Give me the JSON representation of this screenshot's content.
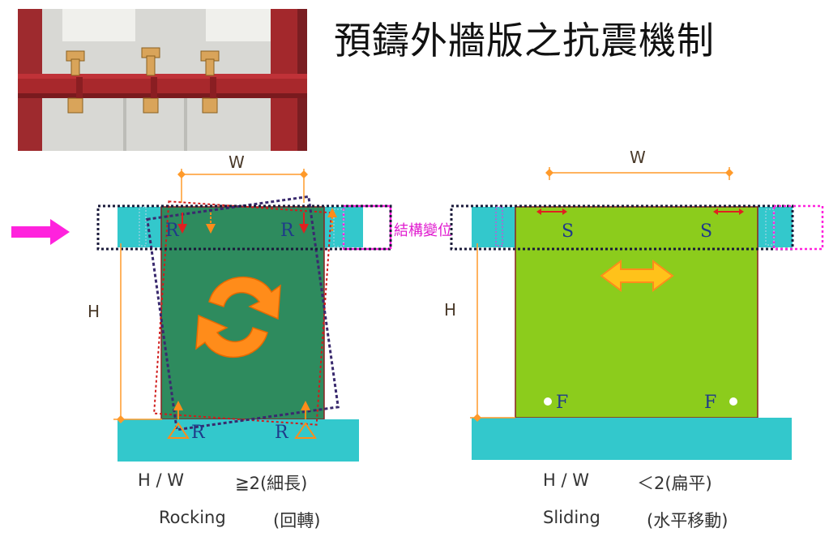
{
  "title": "預鑄外牆版之抗震機制",
  "photo": {
    "description_icon": "steel-beam-connection-photo"
  },
  "left_diagram": {
    "width_label": "W",
    "height_label": "H",
    "node_labels": [
      "R",
      "R",
      "R",
      "R"
    ],
    "displacement_label": "結構變位",
    "ratio_label": "H / W",
    "ratio_value": "≧2(細長)",
    "mode_name": "Rocking",
    "mode_desc": "(回轉)"
  },
  "right_diagram": {
    "width_label": "W",
    "height_label": "H",
    "slide_labels": [
      "S",
      "S"
    ],
    "fixed_labels": [
      "F",
      "F"
    ],
    "ratio_label": "H / W",
    "ratio_value": "＜2(扁平)",
    "mode_name": "Sliding",
    "mode_desc": "(水平移動)"
  },
  "colors": {
    "beam_cyan": "#33c8cc",
    "rocking_panel": "#2e8b5e",
    "sliding_panel": "#8ccc1c",
    "arrow_orange": "#ff8c1a",
    "displacement_magenta": "#ff22dd",
    "steel_red": "#a0262a"
  }
}
